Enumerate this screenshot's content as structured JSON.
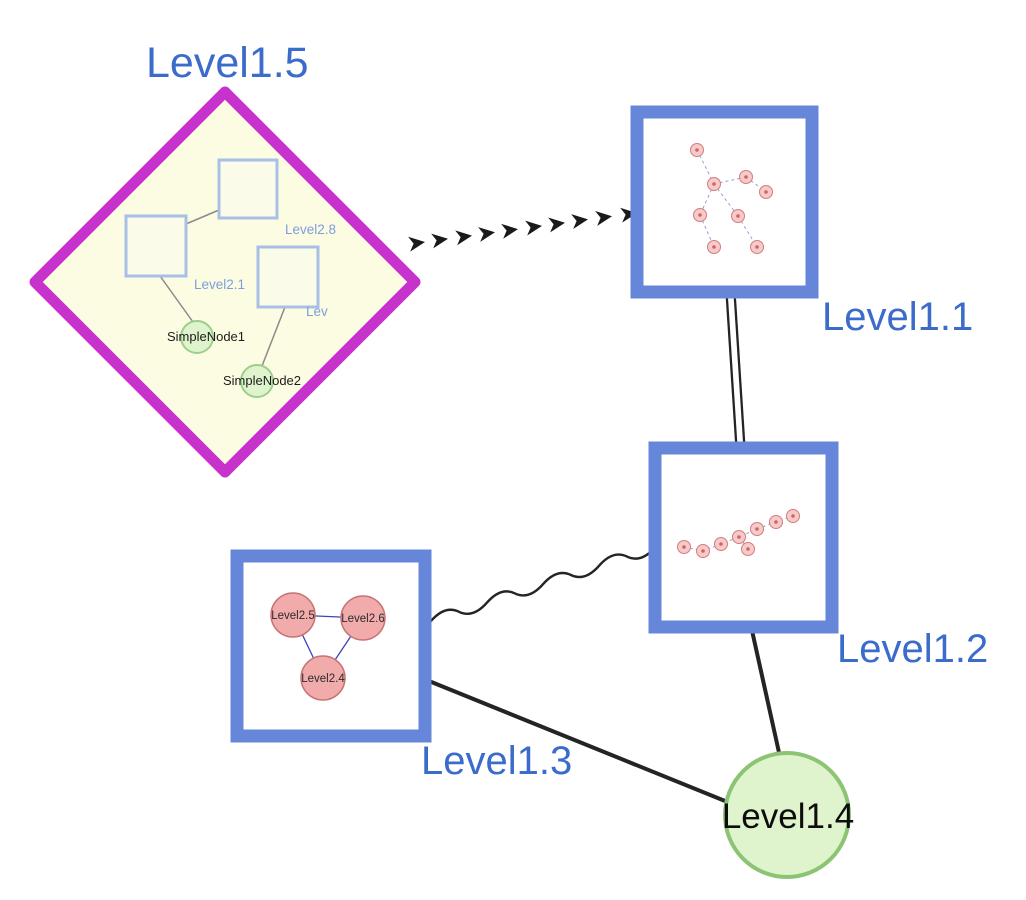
{
  "diagram": {
    "background": "#ffffff",
    "nodes": {
      "level1_5": {
        "label": "Level1.5",
        "shape": "diamond",
        "kind": "group-node",
        "border_color": "#c832cc",
        "fill": "#fcfce2"
      },
      "level1_1": {
        "label": "Level1.1",
        "shape": "square",
        "kind": "subgraph-node",
        "border_color": "#6687d9",
        "fill": "#ffffff"
      },
      "level1_2": {
        "label": "Level1.2",
        "shape": "square",
        "kind": "subgraph-node",
        "border_color": "#6687d9",
        "fill": "#ffffff"
      },
      "level1_3": {
        "label": "Level1.3",
        "shape": "square",
        "kind": "subgraph-node",
        "border_color": "#6687d9",
        "fill": "#ffffff"
      },
      "level1_4": {
        "label": "Level1.4",
        "shape": "circle",
        "kind": "simple-node",
        "border_color": "#8cc474",
        "fill": "#dff3cd"
      }
    },
    "level1_5_children": {
      "level2_8": {
        "label": "Level2.8",
        "shape": "square"
      },
      "level2_1": {
        "label": "Level2.1",
        "shape": "square"
      },
      "level2_clipped": {
        "label": "Lev",
        "shape": "square"
      },
      "simple_node_1": {
        "label": "SimpleNode1",
        "shape": "circle"
      },
      "simple_node_2": {
        "label": "SimpleNode2",
        "shape": "circle"
      }
    },
    "level1_3_children": {
      "level2_5": {
        "label": "Level2.5",
        "shape": "circle"
      },
      "level2_6": {
        "label": "Level2.6",
        "shape": "circle"
      },
      "level2_4": {
        "label": "Level2.4",
        "shape": "circle"
      }
    },
    "edges": [
      {
        "from": "Level1.5",
        "to": "Level1.1",
        "style": "dashed-arrow-chain"
      },
      {
        "from": "Level1.1",
        "to": "Level1.2",
        "style": "double-parallel-line"
      },
      {
        "from": "Level1.3",
        "to": "Level1.2",
        "style": "wavy-line"
      },
      {
        "from": "Level1.3",
        "to": "Level1.4",
        "style": "solid-thick"
      },
      {
        "from": "Level1.2",
        "to": "Level1.4",
        "style": "solid-thick"
      }
    ],
    "level1_5_inner_edges": [
      {
        "from": "Level2.8",
        "to": "Level2.1"
      },
      {
        "from": "Level2.1",
        "to": "SimpleNode1"
      },
      {
        "from": "Lev",
        "to": "SimpleNode2"
      }
    ],
    "level1_3_inner_edges": [
      {
        "from": "Level2.5",
        "to": "Level2.6"
      },
      {
        "from": "Level2.5",
        "to": "Level2.4"
      },
      {
        "from": "Level2.6",
        "to": "Level2.4"
      }
    ]
  },
  "colors": {
    "label_blue": "#3b6ccb",
    "inner_label_blue": "#7e9ede",
    "node_border_blue": "#6687d9",
    "diamond_border": "#c832cc",
    "diamond_fill": "#fcfce2",
    "child_square_border": "#a8bfe6",
    "child_square_fill": "#fbfbea",
    "green_fill": "#dff3cd",
    "green_border": "#9ccf8b",
    "green_border_strong": "#8cc474",
    "mini_pink_fill": "#f7caca",
    "mini_pink_border": "#d47c7c",
    "big_pink_fill": "#f2abab",
    "big_pink_border": "#c87474",
    "sub_edge_blue": "#92a2d6",
    "tri_edge_blue": "#4040c0",
    "edge_dark": "#242424"
  }
}
